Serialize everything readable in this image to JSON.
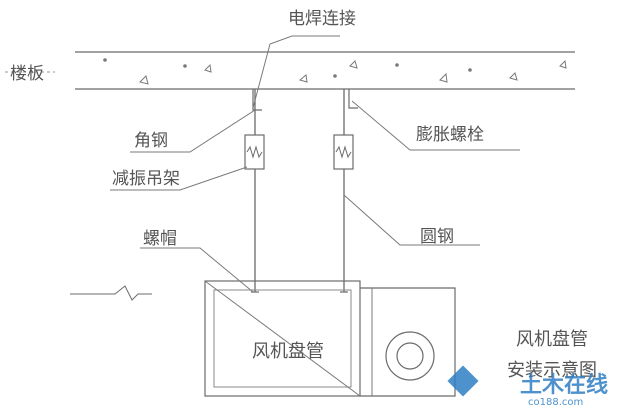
{
  "labels": {
    "weld_connection": "电焊连接",
    "floor_slab": "楼板",
    "angle_steel": "角钢",
    "expansion_bolt": "膨胀螺栓",
    "damping_hanger": "减振吊架",
    "round_steel": "圆钢",
    "nut": "螺帽",
    "fan_coil": "风机盘管",
    "caption_line1": "风机盘管",
    "caption_line2": "安装示意图"
  },
  "watermark": {
    "brand": "土木在线",
    "domain": "co188.com"
  },
  "colors": {
    "line": "#6b6b6b",
    "text": "#555555",
    "watermark": "#2f7fc4"
  }
}
